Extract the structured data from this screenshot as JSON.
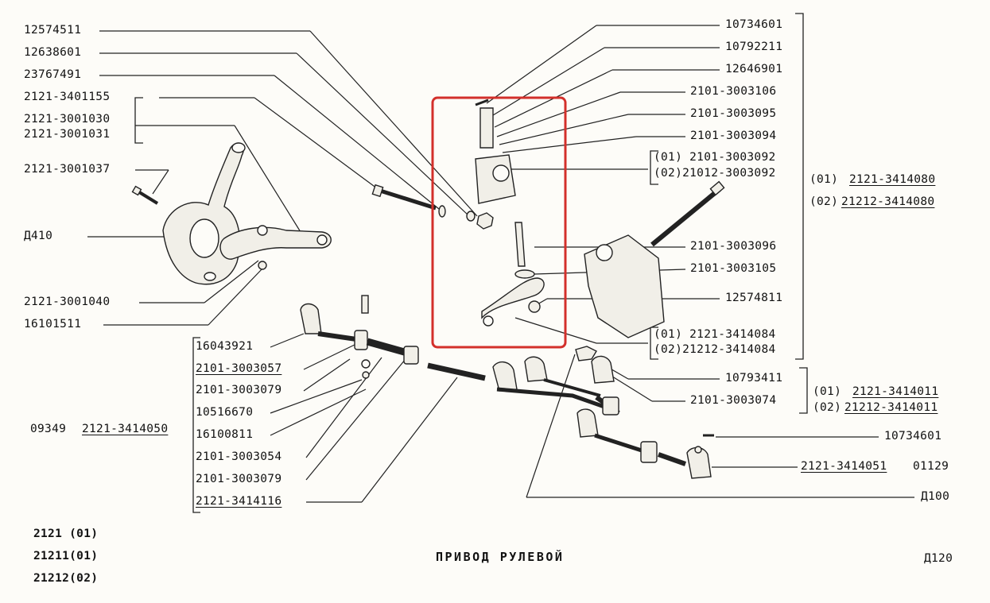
{
  "title": "ПРИВОД РУЛЕВОЙ",
  "page_code": "Д120",
  "highlight_color": "#d3302b",
  "models": [
    "2121 (01)",
    "21211(01)",
    "21212(02)"
  ],
  "left_labels": [
    "12574511",
    "12638601",
    "23767491",
    "2121-3401155",
    "2121-3001030",
    "2121-3001031",
    "2121-3001037",
    "Д410",
    "2121-3001040",
    "16101511"
  ],
  "left_group": {
    "prefix": "09349",
    "assembly": "2121-3414050",
    "items": [
      "16043921",
      "2101-3003057",
      "2101-3003079",
      "10516670",
      "16100811",
      "2101-3003054",
      "2101-3003079",
      "2121-3414116"
    ]
  },
  "right_labels": [
    "10734601",
    "10792211",
    "12646901",
    "2101-3003106",
    "2101-3003095",
    "2101-3003094"
  ],
  "right_variant_a": [
    "(01)  2101-3003092",
    "(02)21012-3003092"
  ],
  "outer_assembly": [
    "(01)",
    "2121-3414080",
    "(02)",
    "21212-3414080"
  ],
  "right_labels_b": [
    "2101-3003096",
    "2101-3003105",
    "12574811"
  ],
  "right_variant_b": [
    "(01)  2121-3414084",
    "(02)21212-3414084"
  ],
  "right_labels_c": [
    "10793411",
    "2101-3003074"
  ],
  "outer_assembly_b": [
    "(01)",
    "2121-3414011",
    "(02)",
    "21212-3414011"
  ],
  "right_labels_d": [
    "10734601",
    "2121-3414051",
    "01129",
    "Д100"
  ]
}
